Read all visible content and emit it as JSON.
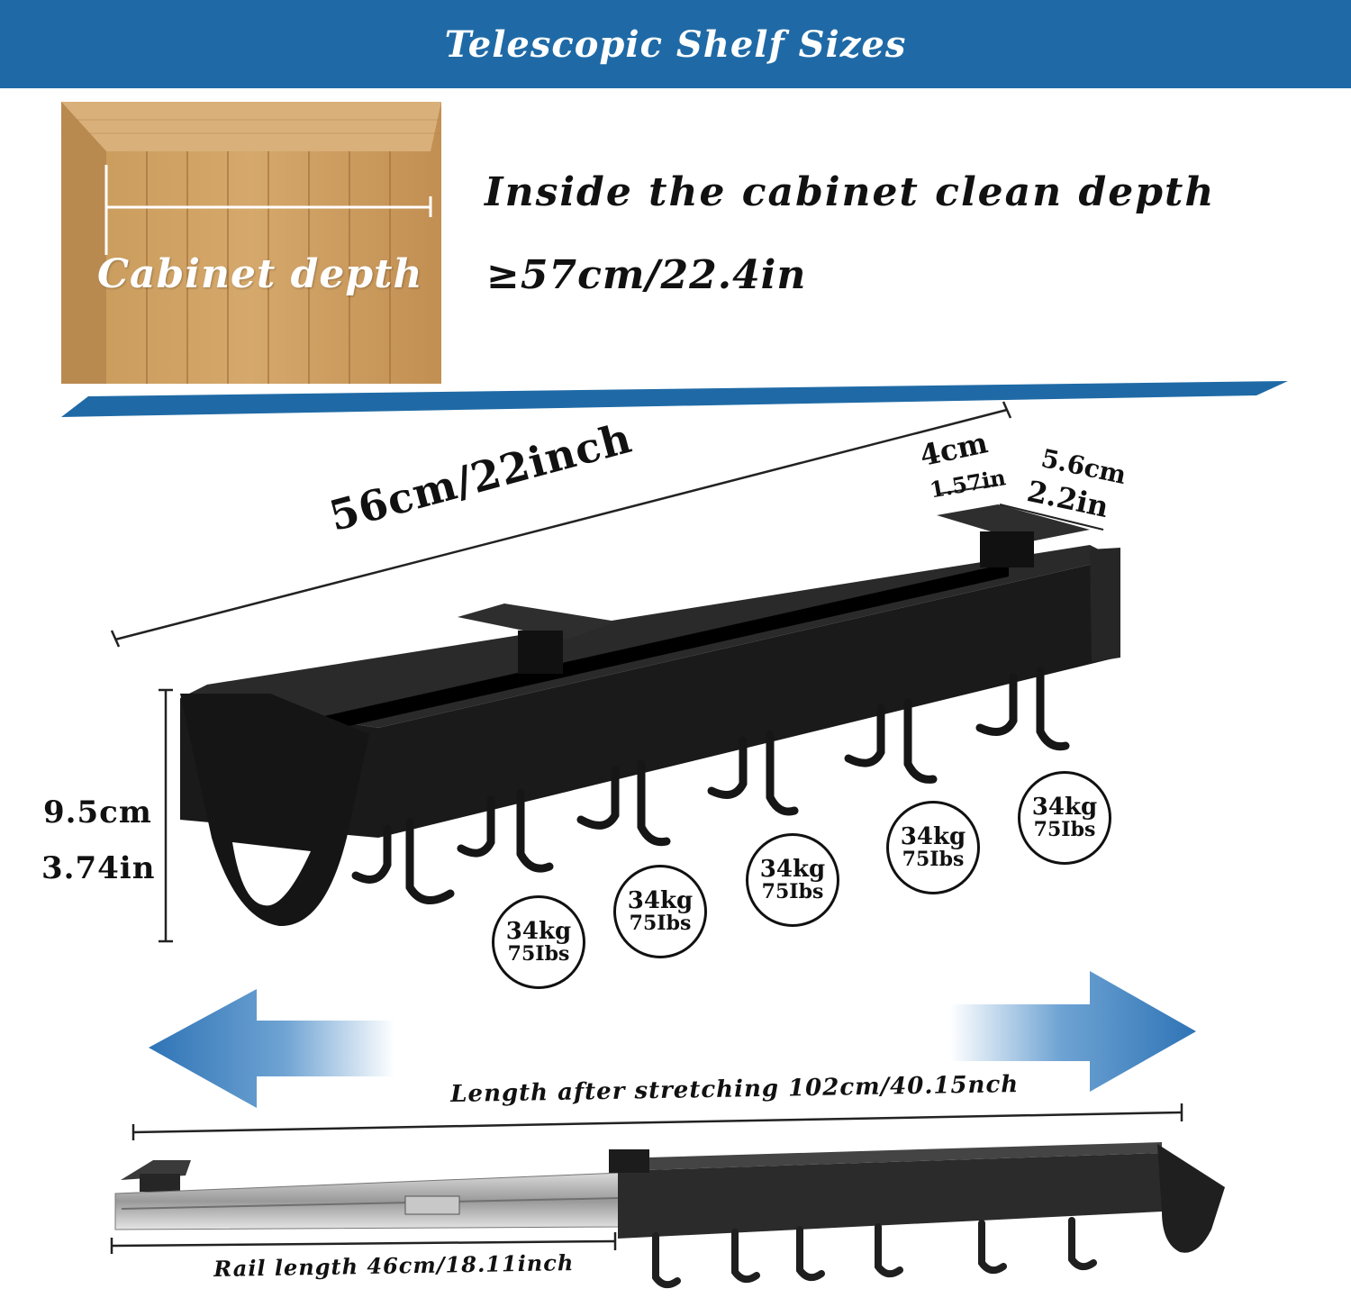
{
  "header": {
    "title": "Telescopic Shelf Sizes",
    "bg_color": "#1f6aa6"
  },
  "cabinet": {
    "label": "Cabinet depth"
  },
  "depth_info": {
    "title": "Inside the cabinet clean depth",
    "value": "≥57cm/22.4in"
  },
  "shelf": {
    "length_label": "56cm/22inch",
    "bracket_length_cm": "4cm",
    "bracket_length_in": "1.57in",
    "bracket_width_cm": "5.6cm",
    "bracket_width_in": "2.2in",
    "height_cm": "9.5cm",
    "height_in": "3.74in"
  },
  "weights": [
    {
      "kg": "34kg",
      "lbs": "75Ibs"
    },
    {
      "kg": "34kg",
      "lbs": "75Ibs"
    },
    {
      "kg": "34kg",
      "lbs": "75Ibs"
    },
    {
      "kg": "34kg",
      "lbs": "75Ibs"
    },
    {
      "kg": "34kg",
      "lbs": "75Ibs"
    }
  ],
  "stretch": {
    "length_label": "Length after stretching 102cm/40.15nch",
    "rail_label": "Rail length 46cm/18.11inch"
  },
  "colors": {
    "accent": "#1f6aa6",
    "arrow": "#2f74b6",
    "wood": "#c79a5e",
    "metal": "#1b1b1b"
  }
}
